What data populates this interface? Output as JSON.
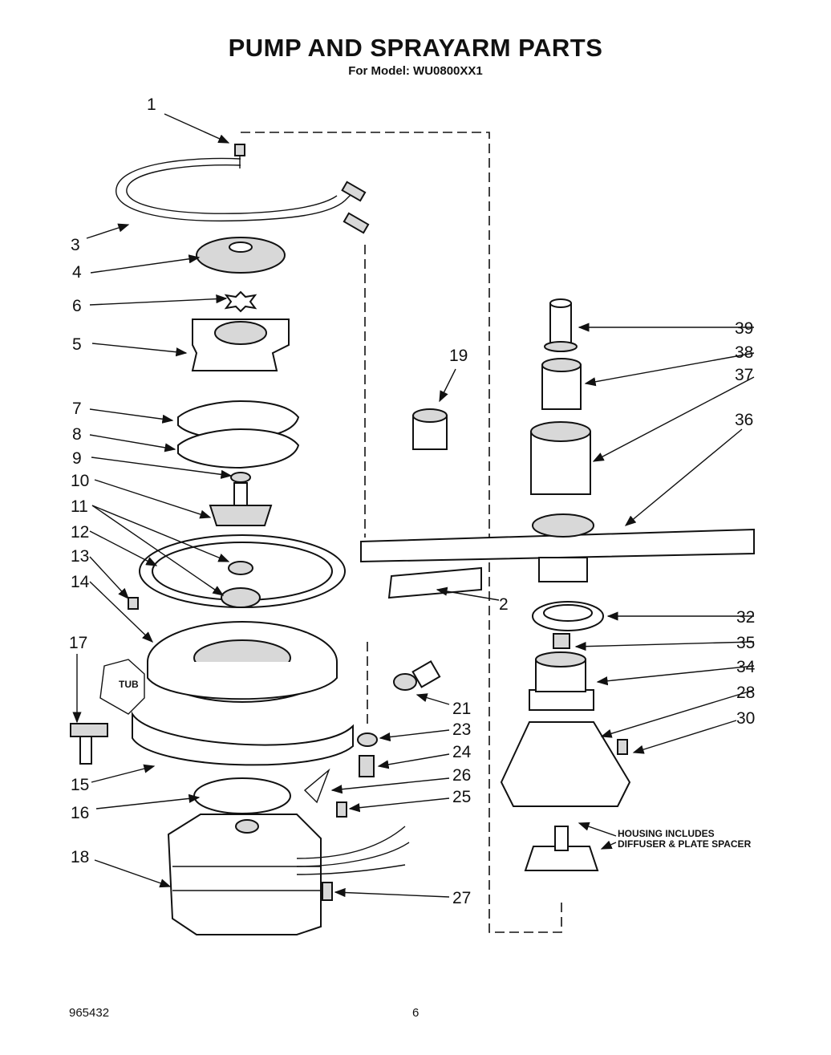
{
  "header": {
    "title": "PUMP AND SPRAYARM PARTS",
    "subtitle": "For Model: WU0800XX1"
  },
  "footer": {
    "doc_number": "965432",
    "page_number": "6"
  },
  "callouts": [
    "1",
    "2",
    "3",
    "4",
    "5",
    "6",
    "7",
    "8",
    "9",
    "10",
    "11",
    "12",
    "13",
    "14",
    "15",
    "16",
    "17",
    "18",
    "19",
    "21",
    "23",
    "24",
    "25",
    "26",
    "27",
    "28",
    "30",
    "32",
    "34",
    "35",
    "36",
    "37",
    "38",
    "39"
  ],
  "labels": {
    "tub": "TUB",
    "housing_note_line1": "HOUSING INCLUDES",
    "housing_note_line2": "DIFFUSER & PLATE SPACER"
  }
}
